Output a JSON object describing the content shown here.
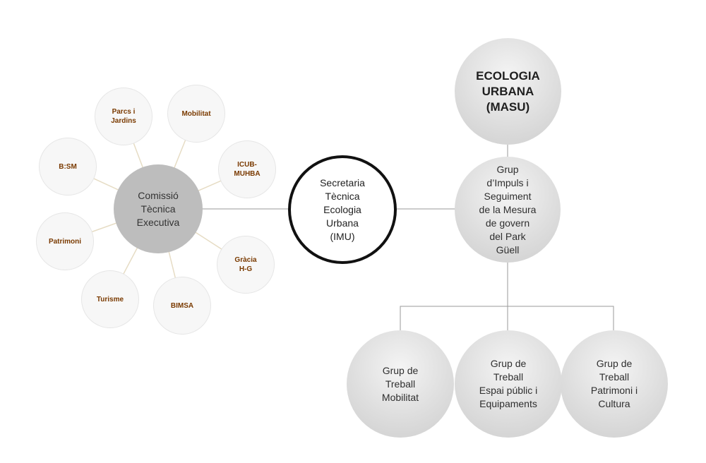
{
  "colors": {
    "satellite_fill": "#f7f7f7",
    "satellite_text": "#7a3a00",
    "hub_fill": "#bdbdbd",
    "big_circle_gray": "#d9d9d9",
    "connector": "#9a9a9a",
    "spoke": "#e6dcc4"
  },
  "nodes": {
    "comissio": "Comissió\nTècnica\nExecutiva",
    "secretaria": "Secretaria\nTècnica\nEcologia\nUrbana\n(IMU)",
    "masu": "ECOLOGIA\nURBANA\n(MASU)",
    "grup_impuls": "Grup\nd’Impuls i\nSeguiment\nde la Mesura\nde govern\ndel Park\nGüell",
    "grup_mobilitat": "Grup de\nTreball\nMobilitat",
    "grup_espai": "Grup de\nTreball\nEspai públic i\nEquipaments",
    "grup_patrimoni": "Grup de\nTreball\nPatrimoni i\nCultura"
  },
  "satellites": [
    {
      "key": "parcs",
      "label": "Parcs i\nJardins"
    },
    {
      "key": "mobilitat",
      "label": "Mobilitat"
    },
    {
      "key": "icub",
      "label": "ICUB-\nMUHBA"
    },
    {
      "key": "gracia",
      "label": "Gràcia\nH-G"
    },
    {
      "key": "bimsa",
      "label": "BIMSA"
    },
    {
      "key": "turisme",
      "label": "Turisme"
    },
    {
      "key": "patrimoni",
      "label": "Patrimoni"
    },
    {
      "key": "bsm",
      "label": "B:SM"
    }
  ]
}
